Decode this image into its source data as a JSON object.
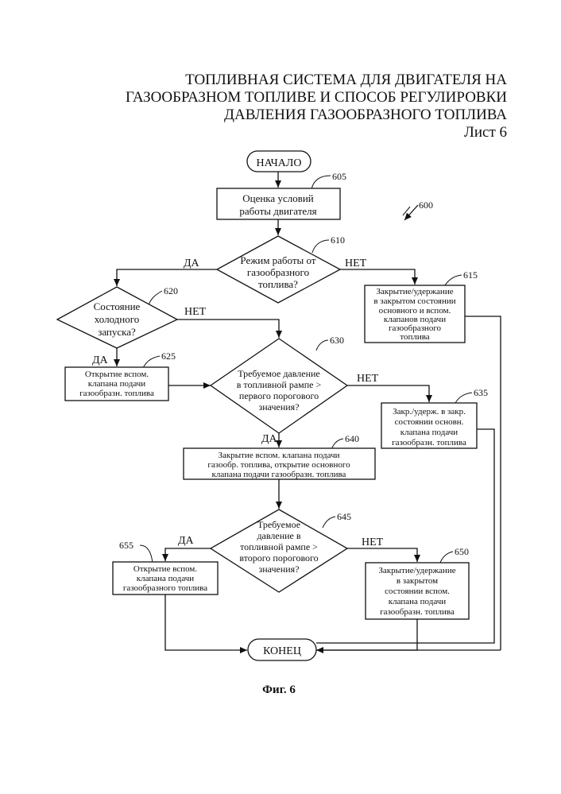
{
  "header": {
    "title_lines": [
      "ТОПЛИВНАЯ СИСТЕМА ДЛЯ ДВИГАТЕЛЯ НА",
      "ГАЗООБРАЗНОМ ТОПЛИВЕ И СПОСОБ РЕГУЛИРОВКИ",
      "ДАВЛЕНИЯ ГАЗООБРАЗНОГО ТОПЛИВА"
    ],
    "sheet": "Лист 6"
  },
  "figure": {
    "ref": "600",
    "caption": "Фиг. 6",
    "start": "НАЧАЛО",
    "end": "КОНЕЦ",
    "yes": "ДА",
    "no": "НЕТ",
    "nodes": {
      "n605": {
        "ref": "605",
        "lines": [
          "Оценка условий",
          "работы двигателя"
        ]
      },
      "n610": {
        "ref": "610",
        "lines": [
          "Режим работы от",
          "газообразного",
          "топлива?"
        ]
      },
      "n615": {
        "ref": "615",
        "lines": [
          "Закрытие/удержание",
          "в закрытом состоянии",
          "основного и вспом.",
          "клапанов подачи",
          "газообразного",
          "топлива"
        ]
      },
      "n620": {
        "ref": "620",
        "lines": [
          "Состояние",
          "холодного",
          "запуска?"
        ]
      },
      "n625": {
        "ref": "625",
        "lines": [
          "Открытие вспом.",
          "клапана подачи",
          "газообразн. топлива"
        ]
      },
      "n630": {
        "ref": "630",
        "lines": [
          "Требуемое давление",
          "в топливной рампе >",
          "первого порогового",
          "значения?"
        ]
      },
      "n635": {
        "ref": "635",
        "lines": [
          "Закр./удерж. в закр.",
          "состоянии основн.",
          "клапана подачи",
          "газообразн. топлива"
        ]
      },
      "n640": {
        "ref": "640",
        "lines": [
          "Закрытие вспом. клапана подачи",
          "газообр. топлива, открытие основного",
          "клапана подачи газообразн. топлива"
        ]
      },
      "n645": {
        "ref": "645",
        "lines": [
          "Требуемое",
          "давление в",
          "топливной рампе >",
          "второго порогового",
          "значения?"
        ]
      },
      "n650": {
        "ref": "650",
        "lines": [
          "Закрытие/удержание",
          "в закрытом",
          "состоянии вспом.",
          "клапана подачи",
          "газообразн. топлива"
        ]
      },
      "n655": {
        "ref": "655",
        "lines": [
          "Открытие вспом.",
          "клапана подачи",
          "газообразного топлива"
        ]
      }
    }
  }
}
